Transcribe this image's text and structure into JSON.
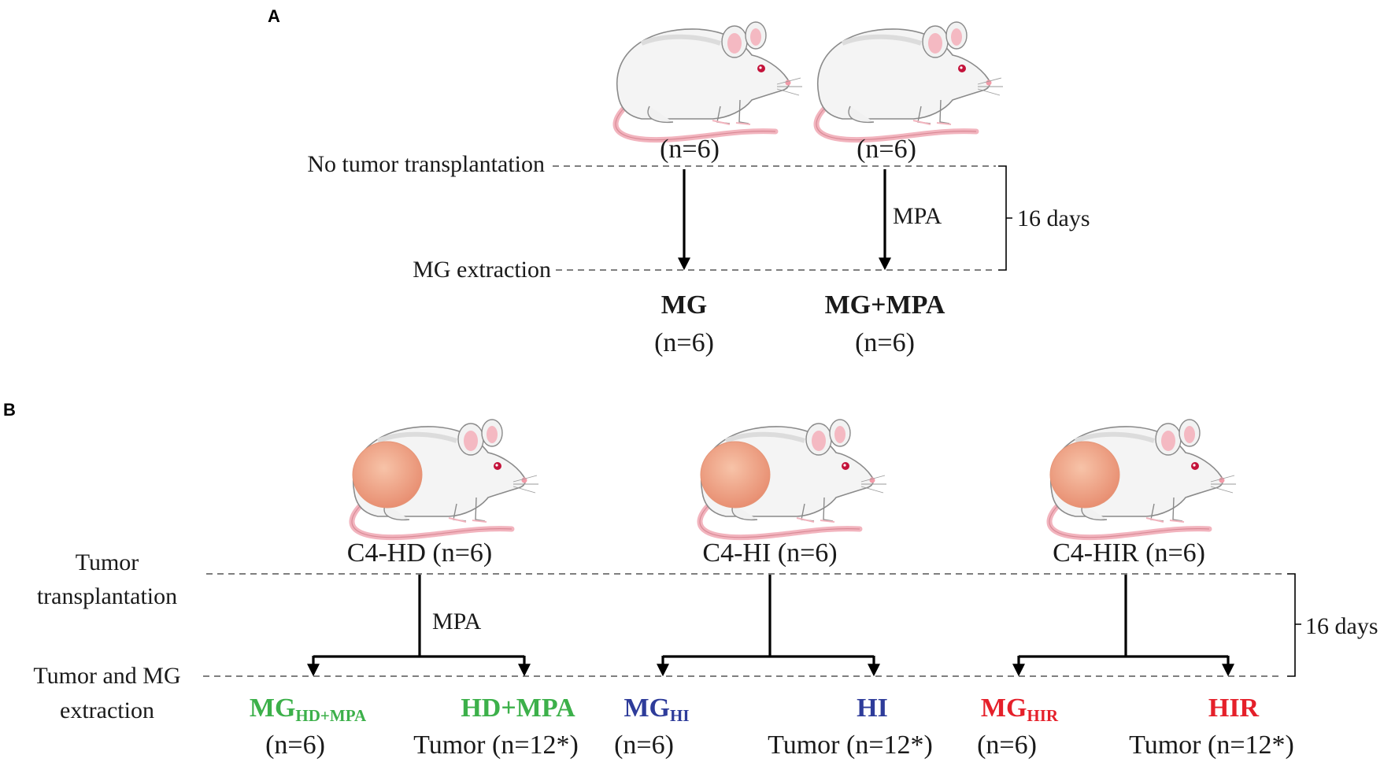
{
  "panel_a": {
    "label": "A",
    "mouse_counts": [
      "(n=6)",
      "(n=6)"
    ],
    "stage_top": "No tumor transplantation",
    "stage_bottom": "MG extraction",
    "treatment": "MPA",
    "duration": "16 days",
    "groups": [
      {
        "name": "MG",
        "count": "(n=6)"
      },
      {
        "name": "MG+MPA",
        "count": "(n=6)"
      }
    ]
  },
  "panel_b": {
    "label": "B",
    "stage_top_line1": "Tumor",
    "stage_top_line2": "transplantation",
    "stage_bottom_line1": "Tumor and MG",
    "stage_bottom_line2": "extraction",
    "treatment": "MPA",
    "duration": "16 days",
    "tumors": [
      "C4-HD (n=6)",
      "C4-HI (n=6)",
      "C4-HIR (n=6)"
    ],
    "outcomes": [
      {
        "main": "MG",
        "sub": "HD+MPA",
        "count": "(n=6)",
        "color": "#3cb04a"
      },
      {
        "main": "HD+MPA",
        "sub": "",
        "count": "Tumor (n=12*)",
        "color": "#3cb04a"
      },
      {
        "main": "MG",
        "sub": "HI",
        "count": "(n=6)",
        "color": "#2e3c9a"
      },
      {
        "main": "HI",
        "sub": "",
        "count": "Tumor (n=12*)",
        "color": "#2e3c9a"
      },
      {
        "main": "MG",
        "sub": "HIR",
        "count": "(n=6)",
        "color": "#e5202a"
      },
      {
        "main": "HIR",
        "sub": "",
        "count": "Tumor (n=12*)",
        "color": "#e5202a"
      }
    ]
  },
  "icons": {
    "mouse": "white-mouse-icon",
    "mouse_tumor": "mouse-with-tumor-icon"
  }
}
